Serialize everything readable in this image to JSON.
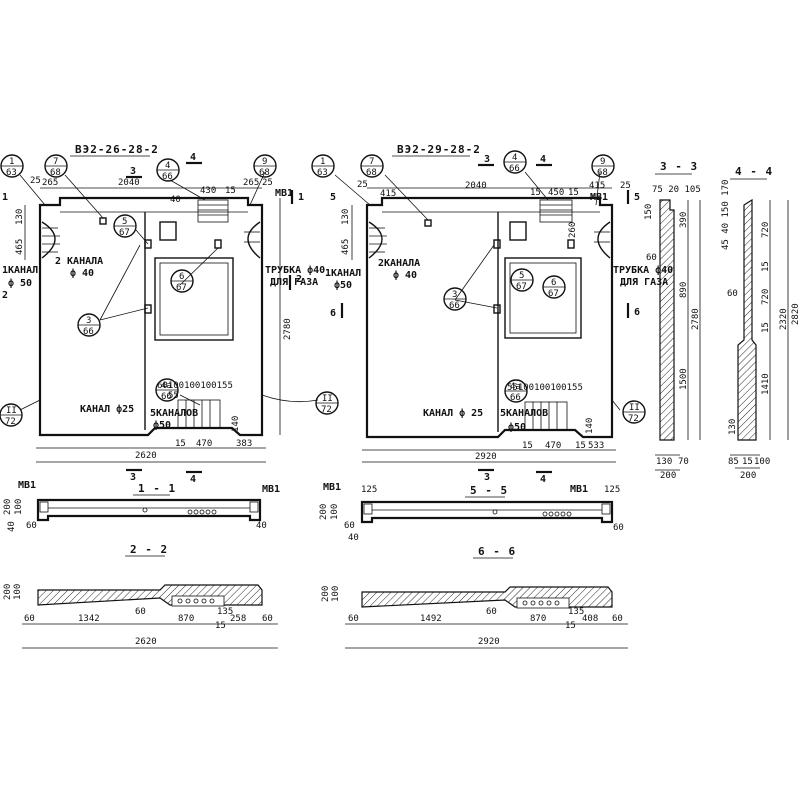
{
  "panel_left": {
    "title": "ВЭ2-26-28-2",
    "dims": {
      "top_265_a": "265",
      "top_2040": "2040",
      "top_430": "430",
      "top_15": "15",
      "top_265_b": "265",
      "top_25_a": "25",
      "top_25_b": "25",
      "left_130": "130",
      "left_465": "465",
      "height_2780": "2780",
      "bot_15": "15",
      "bot_470": "470",
      "bot_383": "383",
      "bot_140": "140",
      "total_2620": "2620",
      "ch_dims": "60100100100155",
      "small_40": "40",
      "small_55": "55"
    },
    "labels": {
      "channels2": "2 КАНАЛА",
      "phi40": "ф 40",
      "phi50": "ф 50",
      "channel25": "КАНАЛ ф25",
      "channels5": "5КАНАЛОВ",
      "phi50b": "ф50",
      "tube": "ТРУБКА ф40",
      "gas": "ДЛЯ ГАЗА",
      "mb1": "МВ1",
      "kanal_left": "1КАНАЛ"
    },
    "cuts": {
      "c1": "1",
      "c2": "2",
      "c3": "3",
      "c4": "4",
      "c1b": "1",
      "c2b": "2",
      "c3b": "3",
      "c4b": "4"
    },
    "callouts": [
      {
        "top": "1",
        "bottom": "63"
      },
      {
        "top": "7",
        "bottom": "68"
      },
      {
        "top": "4",
        "bottom": "66"
      },
      {
        "top": "9",
        "bottom": "68"
      },
      {
        "top": "5",
        "bottom": "67"
      },
      {
        "top": "6",
        "bottom": "67"
      },
      {
        "top": "3",
        "bottom": "66"
      },
      {
        "top": "4a",
        "bottom": "66"
      },
      {
        "top": "II",
        "bottom": "72"
      },
      {
        "top": "II",
        "bottom": "72"
      }
    ]
  },
  "panel_right": {
    "title": "ВЭ2-29-28-2",
    "dims": {
      "top_415_a": "415",
      "top_2040": "2040",
      "top_450": "450",
      "top_15": "15",
      "top_415_b": "415",
      "top_25_a": "25",
      "top_25_b": "25",
      "top_15b": "15",
      "left_130": "130",
      "left_465": "465",
      "bot_15": "15",
      "bot_470": "470",
      "bot_15b": "15",
      "bot_533": "533",
      "bot_140": "140",
      "total_2920": "2920",
      "ch_dims": "55100100100155",
      "small_260": "260"
    },
    "labels": {
      "channels2": "2КАНАЛА",
      "phi40": "ф 40",
      "phi50": "ф50",
      "channel25": "КАНАЛ ф 25",
      "channels5": "5КАНАЛОВ",
      "phi50b": "ф50",
      "tube": "ТРУБКА ф40",
      "gas": "ДЛЯ ГАЗА",
      "mb1": "МВ1",
      "kanal_left": "1КАНАЛ"
    },
    "cuts": {
      "c3": "3",
      "c4": "4",
      "c5": "5",
      "c6": "6",
      "c3b": "3",
      "c4b": "4",
      "c5b": "5",
      "c6b": "6"
    },
    "callouts": [
      {
        "top": "1",
        "bottom": "63"
      },
      {
        "top": "7",
        "bottom": "68"
      },
      {
        "top": "4",
        "bottom": "66"
      },
      {
        "top": "9",
        "bottom": "68"
      },
      {
        "top": "5",
        "bottom": "67"
      },
      {
        "top": "6",
        "bottom": "67"
      },
      {
        "top": "3",
        "bottom": "66"
      },
      {
        "top": "4a",
        "bottom": "66"
      },
      {
        "top": "II",
        "bottom": "72"
      },
      {
        "top": "II",
        "bottom": "72"
      }
    ]
  },
  "section_3_3": {
    "title": "3 - 3",
    "dims": {
      "top": "75 20 105",
      "d390": "390",
      "d890": "890",
      "d1500": "1500",
      "d2780": "2780",
      "d60": "60",
      "d130": "130",
      "d70": "70",
      "d200": "200",
      "d150": "150"
    }
  },
  "section_4_4": {
    "title": "4 - 4",
    "dims": {
      "top": "45 40 150 170",
      "d720a": "720",
      "d15a": "15",
      "d720b": "720",
      "d15b": "15",
      "d1410": "1410",
      "d2320": "2320",
      "d2820": "2820",
      "d60": "60",
      "d85": "85",
      "d15c": "15",
      "d100": "100",
      "d200": "200",
      "d130": "130"
    }
  },
  "section_1_1": {
    "title": "1 - 1",
    "dims": {
      "mb1_a": "МВ1",
      "mb1_b": "МВ1",
      "d200": "200",
      "d100": "100",
      "d40": "40",
      "d60": "60",
      "d40b": "40"
    }
  },
  "section_5_5": {
    "title": "5 - 5",
    "dims": {
      "mb1_a": "МВ1",
      "mb1_b": "МВ1",
      "d125a": "125",
      "d125b": "125",
      "d200": "200",
      "d100": "100",
      "d60": "60",
      "d40": "40",
      "d60b": "60"
    }
  },
  "section_2_2": {
    "title": "2 - 2",
    "dims": {
      "d200": "200",
      "d100": "100",
      "d60a": "60",
      "d1342": "1342",
      "d60b": "60",
      "d870": "870",
      "d15": "15",
      "d258": "258",
      "d60c": "60",
      "d135": "135",
      "total": "2620"
    }
  },
  "section_6_6": {
    "title": "6 - 6",
    "dims": {
      "d200": "200",
      "d100": "100",
      "d60a": "60",
      "d1492": "1492",
      "d60b": "60",
      "d870": "870",
      "d15": "15",
      "d408": "408",
      "d60c": "60",
      "d135": "135",
      "total": "2920"
    }
  }
}
